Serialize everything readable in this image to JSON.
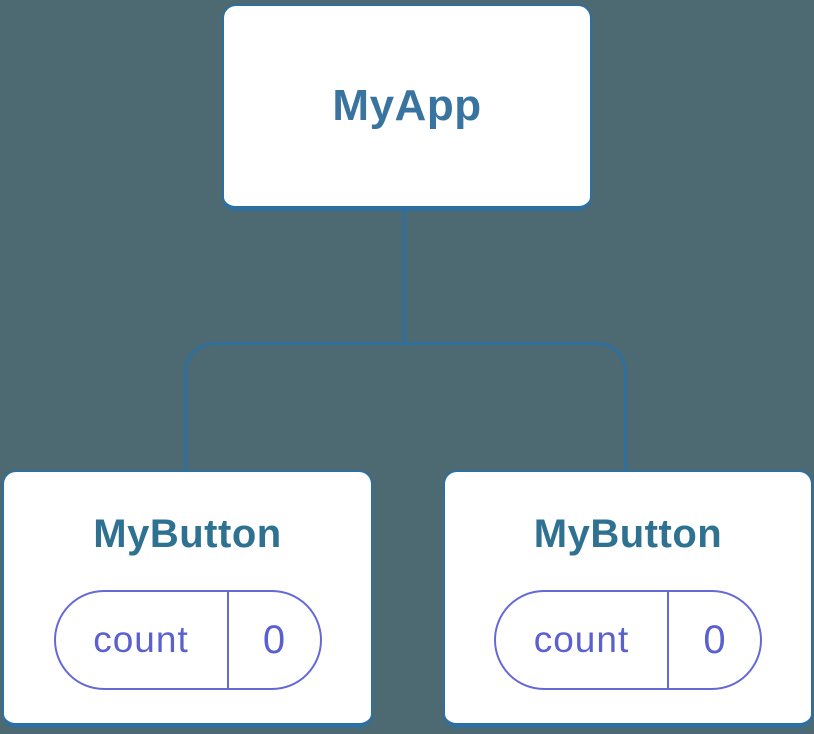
{
  "colors": {
    "background": "#4D6971",
    "edge": "#2E6F9F",
    "node_background": "#FFFFFF",
    "root_label": "#38749F",
    "child_label": "#2E7191",
    "state_border": "#6569D6",
    "state_text": "#5A60D0"
  },
  "tree": {
    "root": {
      "label": "MyApp"
    },
    "children": [
      {
        "label": "MyButton",
        "state": {
          "key": "count",
          "value": "0"
        }
      },
      {
        "label": "MyButton",
        "state": {
          "key": "count",
          "value": "0"
        }
      }
    ]
  }
}
